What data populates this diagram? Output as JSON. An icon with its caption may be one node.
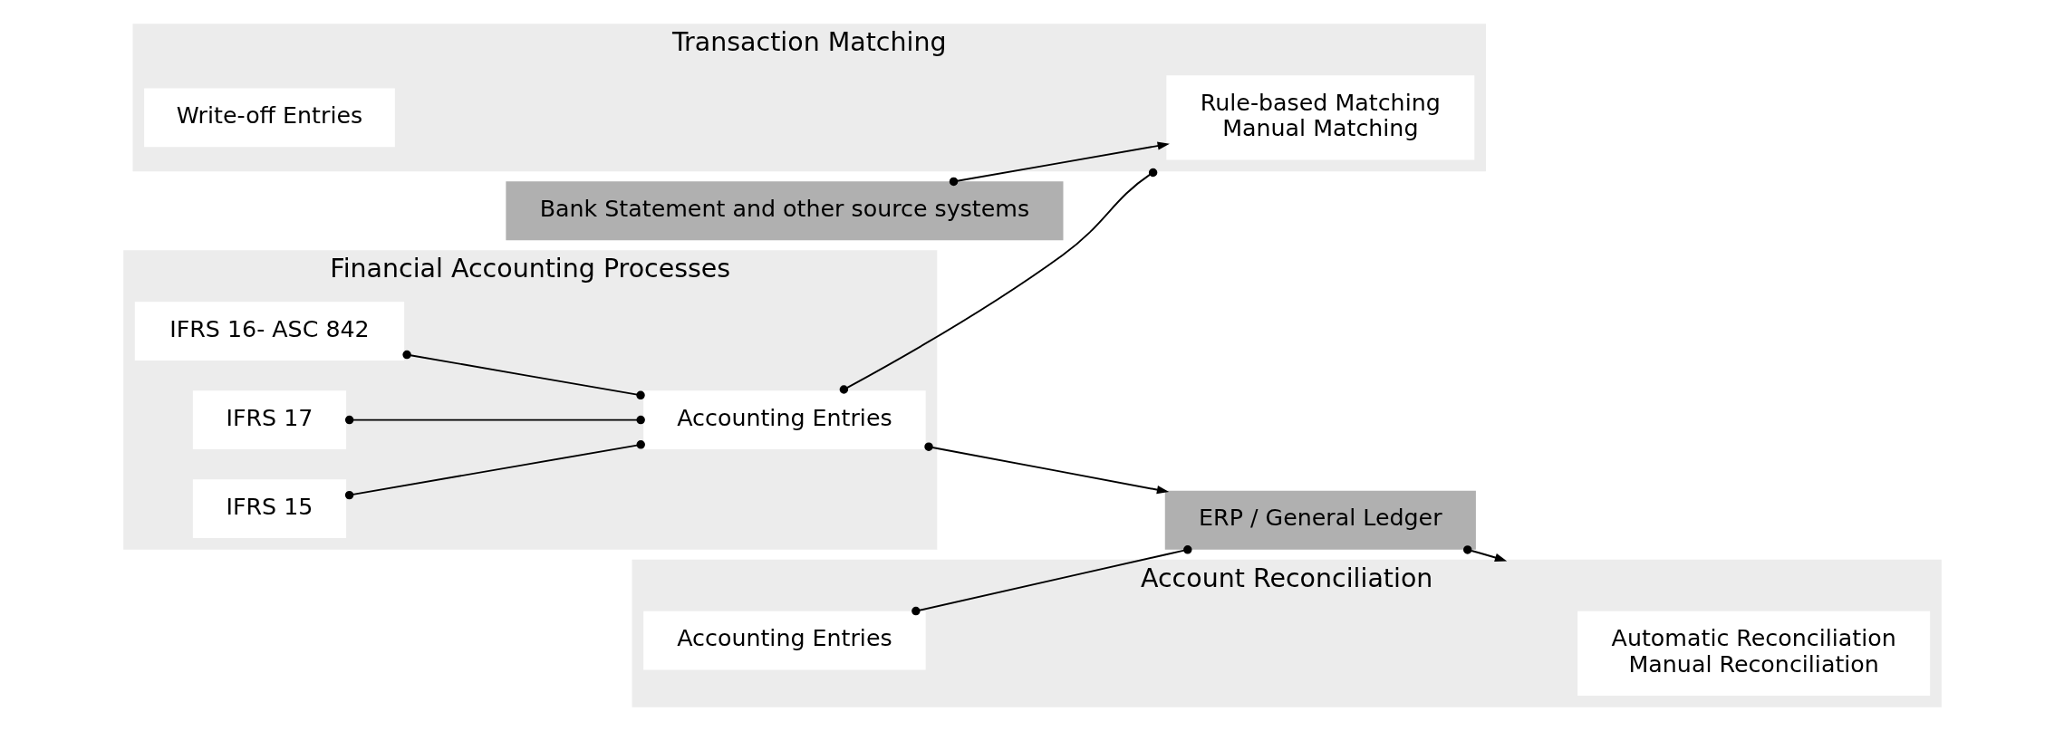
{
  "diagram": {
    "nodes": [
      {
        "text": [
          "Financial Accounting Processes"
        ]
      },
      {
        "text": [
          "IFRS 16- ASC 842"
        ],
        "in": 0
      },
      {
        "text": [
          "IFRS 17"
        ],
        "in": 0
      },
      {
        "text": [
          "IFRS 15"
        ],
        "in": 0
      },
      {
        "text": [
          "Accounting Entries"
        ],
        "in": 0
      },
      {
        "text": [
          "Account Reconciliation"
        ]
      },
      {
        "text": [
          "Automatic Reconciliation",
          "Manual Reconciliation"
        ],
        "in": 5
      },
      {
        "text": [
          "Accounting Entries"
        ],
        "in": 5
      },
      {
        "text": [
          "Transaction Matching"
        ]
      },
      {
        "text": [
          "Rule-based Matching",
          "Manual Matching"
        ],
        "in": 8
      },
      {
        "text": [
          "Write-off Entries"
        ],
        "in": 8
      },
      {
        "text": [
          "ERP / General Ledger"
        ]
      },
      {
        "text": [
          "Bank Statement and other source systems"
        ]
      }
    ],
    "edges": [
      {
        "from": 1,
        "to": 4,
        "arrow": "other"
      },
      {
        "from": 2,
        "to": 4,
        "arrow": "other"
      },
      {
        "from": 3,
        "to": 4,
        "arrow": "other"
      },
      {
        "from": 4,
        "to": 8,
        "arrow": "other"
      },
      {
        "from": 4,
        "to": 11,
        "arrow": "to"
      },
      {
        "from": 11,
        "to": 5,
        "arrow": "to"
      },
      {
        "from": 7,
        "to": 11,
        "arrow": "other"
      },
      {
        "from": 12,
        "to": 9,
        "arrow": "to"
      }
    ]
  }
}
